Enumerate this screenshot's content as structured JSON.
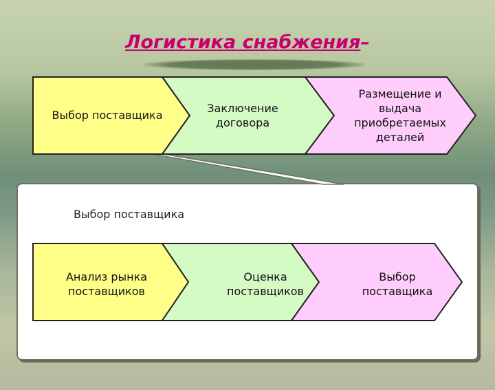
{
  "title": {
    "main": "Логистика снабжения",
    "dash": "–"
  },
  "top_flow": [
    {
      "label": "Выбор поставщика",
      "color": "#ffff88"
    },
    {
      "label": "Заключение\nдоговора",
      "color": "#d4fbc4"
    },
    {
      "label": "Размещение и\nвыдача\nприобретаемых\nдеталей",
      "color": "#ffcdfb"
    }
  ],
  "panel": {
    "label": "Выбор поставщика",
    "flow": [
      {
        "label": "Анализ рынка\nпоставщиков",
        "color": "#ffff88"
      },
      {
        "label": "Оценка\nпоставщиков",
        "color": "#d4fbc4"
      },
      {
        "label": "Выбор\nпоставщика",
        "color": "#ffcdfb"
      }
    ]
  }
}
